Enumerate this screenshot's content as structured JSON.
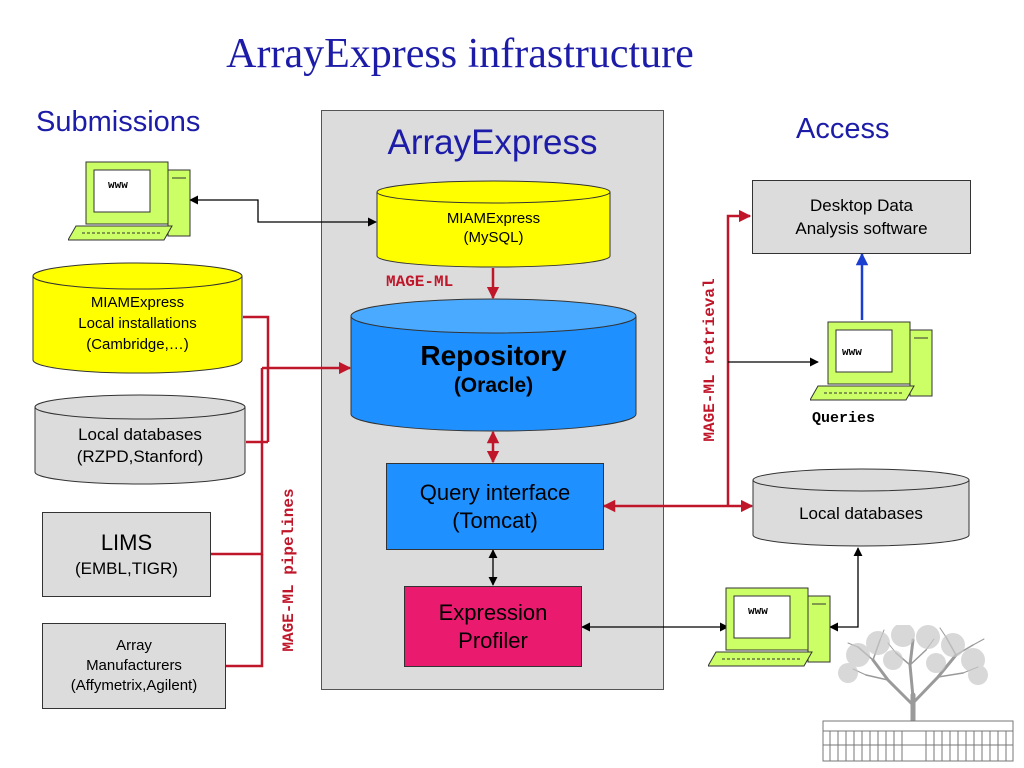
{
  "title": "ArrayExpress infrastructure",
  "sections": {
    "submissions": "Submissions",
    "access": "Access"
  },
  "main_panel": {
    "title": "ArrayExpress"
  },
  "nodes": {
    "miamexpress_mysql": [
      "MIAMExpress",
      "(MySQL)"
    ],
    "repository": [
      "Repository",
      "(Oracle)"
    ],
    "query_interface": [
      "Query interface",
      "(Tomcat)"
    ],
    "expression_profiler": [
      "Expression",
      "Profiler"
    ],
    "miamexpress_local": [
      "MIAMExpress",
      "Local installations",
      "(Cambridge,…)"
    ],
    "local_databases_submit": [
      "Local databases",
      "(RZPD,Stanford)"
    ],
    "lims": [
      "LIMS",
      "(EMBL,TIGR)"
    ],
    "array_manufacturers": [
      "Array",
      "Manufacturers",
      "(Affymetrix,Agilent)"
    ],
    "desktop_software": [
      "Desktop Data",
      "Analysis software"
    ],
    "local_databases_access": "Local databases"
  },
  "edge_labels": {
    "mage_ml": "MAGE-ML",
    "mage_ml_pipelines": "MAGE-ML pipelines",
    "mage_ml_retrieval": "MAGE-ML retrieval",
    "queries": "Queries"
  },
  "computer_screen_text": "www",
  "colors": {
    "title_blue": "#1c1ca8",
    "mage_red": "#c0162a",
    "yellow": "#ffff00",
    "repository_blue": "#1e90ff",
    "query_blue": "#1e90ff",
    "profiler_pink": "#ea1a6f",
    "gray_box": "#dcdcdc",
    "computer_green": "#ccff66"
  }
}
